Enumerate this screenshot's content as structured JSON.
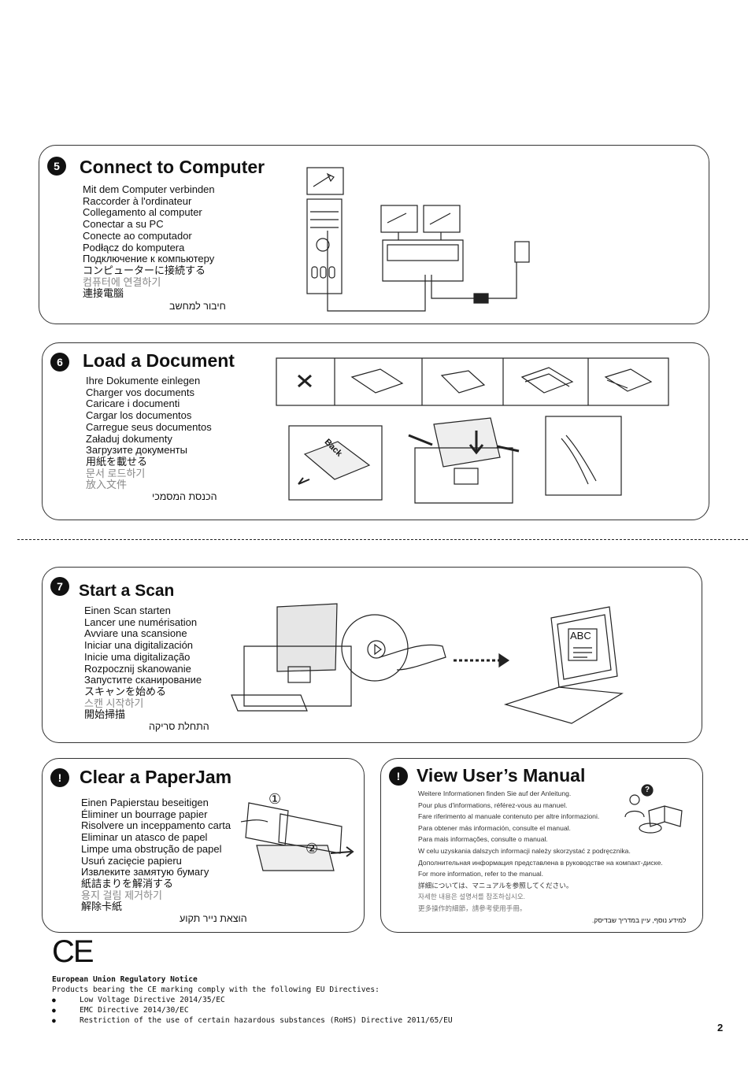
{
  "connect": {
    "number": "5",
    "title": "Connect to Computer",
    "languages": [
      "Mit dem Computer verbinden",
      "Raccorder à l'ordinateur",
      "Collegamento al computer",
      "Conectar a su PC",
      "Conecte ao computador",
      "Podłącz do komputera",
      "Подключение к компьютеру",
      "コンピューターに接続する",
      "컴퓨터에 연결하기",
      "連接電腦"
    ],
    "hebrew": "חיבור למחשב"
  },
  "load": {
    "number": "6",
    "title": "Load a Document",
    "languages": [
      "Ihre Dokumente einlegen",
      "Charger vos documents",
      "Caricare i documenti",
      "Cargar los documentos",
      "Carregue seus documentos",
      "Załaduj dokumenty",
      "Загрузите документы",
      "用紙を載せる",
      "문서 로드하기",
      "放入文件"
    ],
    "hebrew": "הכנסת המסמכי",
    "back_label": "Back"
  },
  "scan": {
    "number": "7",
    "title": "Start a Scan",
    "languages": [
      "Einen Scan starten",
      "Lancer une numérisation",
      "Avviare una scansione",
      "Iniciar una digitalización",
      "Inicie uma digitalização",
      "Rozpocznij skanowanie",
      "Запустите сканирование",
      "スキャンを始める",
      "스캔 시작하기",
      "開始掃描"
    ],
    "hebrew": "התחלת סריקה",
    "screen_text": "ABC"
  },
  "jam": {
    "number": "!",
    "title": "Clear a PaperJam",
    "languages": [
      "Einen Papierstau beseitigen",
      "Éliminer un bourrage papier",
      "Risolvere un inceppamento carta",
      "Eliminar un atasco de papel",
      "Limpe uma obstrução de papel",
      "Usuń zacięcie papieru",
      "Извлеките замятую бумагу",
      "紙詰まりを解消する",
      "용지 걸림 제거하기",
      "解除卡紙"
    ],
    "hebrew": "הוצאת נייר תקוע",
    "step1": "①",
    "step2": "②"
  },
  "manual": {
    "number": "!",
    "title": "View User’s Manual",
    "languages": [
      "Weitere Informationen finden Sie auf der Anleitung.",
      "Pour plus d'informations, référez-vous au manuel.",
      "Fare riferimento al manuale contenuto per altre informazioni.",
      "Para obtener más información, consulte el manual.",
      "Para mais informações, consulte o manual.",
      "W celu uzyskania dalszych informacji należy skorzystać z podręcznika.",
      "Дополнительная информация представлена в руководстве на компакт-диске.",
      "For more information, refer to the manual.",
      "詳細については、マニュアルを参照してください。",
      "자세한 내용은 설명서를 참조하십시오.",
      "更多操作的細節，請參考使用手冊。"
    ],
    "hebrew": "למידע נוסף, עיין במדריך שבדיסק.",
    "question_mark": "?"
  },
  "regulatory": {
    "ce_mark": "CE",
    "title": "European Union Regulatory Notice",
    "intro": "Products bearing the CE marking comply with the following EU Directives:",
    "items": [
      "Low Voltage Directive 2014/35/EC",
      "EMC Directive 2014/30/EC",
      "Restriction of the use of certain hazardous substances (RoHS) Directive 2011/65/EU"
    ]
  },
  "page_number": "2"
}
